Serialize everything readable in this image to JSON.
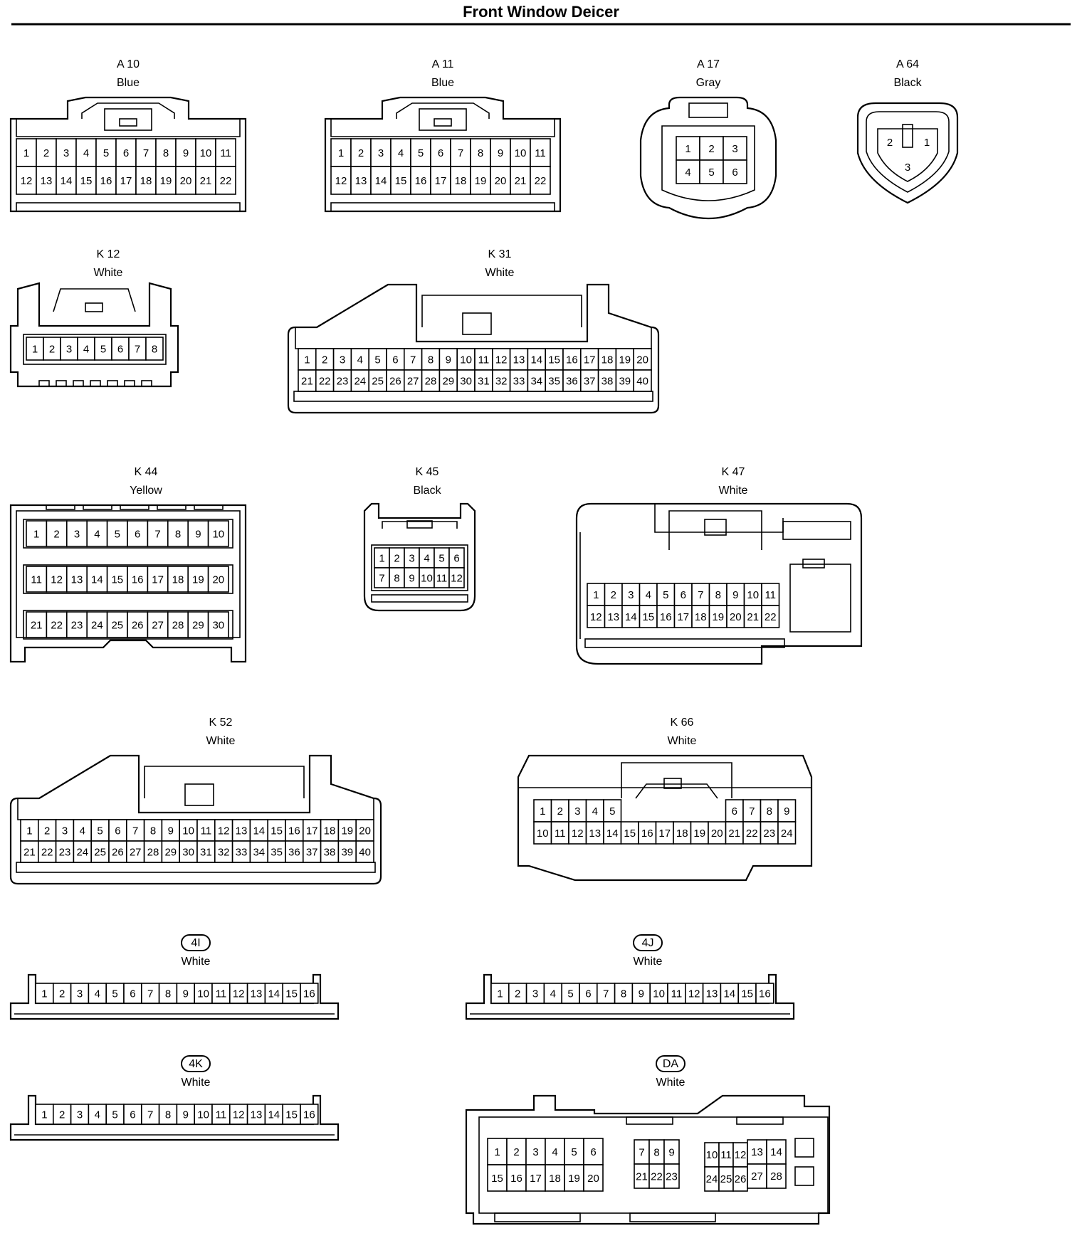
{
  "title": "Front Window Deicer",
  "connectors": [
    {
      "id": "A10",
      "code": "A 10",
      "color": "Blue",
      "shape": "rect-latch",
      "rows": [
        [
          "1",
          "2",
          "3",
          "4",
          "5",
          "6",
          "7",
          "8",
          "9",
          "10",
          "11"
        ],
        [
          "12",
          "13",
          "14",
          "15",
          "16",
          "17",
          "18",
          "19",
          "20",
          "21",
          "22"
        ]
      ]
    },
    {
      "id": "A11",
      "code": "A 11",
      "color": "Blue",
      "shape": "rect-latch",
      "rows": [
        [
          "1",
          "2",
          "3",
          "4",
          "5",
          "6",
          "7",
          "8",
          "9",
          "10",
          "11"
        ],
        [
          "12",
          "13",
          "14",
          "15",
          "16",
          "17",
          "18",
          "19",
          "20",
          "21",
          "22"
        ]
      ]
    },
    {
      "id": "A17",
      "code": "A 17",
      "color": "Gray",
      "shape": "round-6",
      "rows": [
        [
          "1",
          "2",
          "3"
        ],
        [
          "4",
          "5",
          "6"
        ]
      ]
    },
    {
      "id": "A64",
      "code": "A 64",
      "color": "Black",
      "shape": "triangle-3",
      "rows": [
        [
          "2",
          "1"
        ],
        [
          "3"
        ]
      ]
    },
    {
      "id": "K12",
      "code": "K 12",
      "color": "White",
      "shape": "small-latch",
      "rows": [
        [
          "1",
          "2",
          "3",
          "4",
          "5",
          "6",
          "7",
          "8"
        ]
      ]
    },
    {
      "id": "K31",
      "code": "K 31",
      "color": "White",
      "shape": "wide-latch",
      "rows": [
        [
          "1",
          "2",
          "3",
          "4",
          "5",
          "6",
          "7",
          "8",
          "9",
          "10",
          "11",
          "12",
          "13",
          "14",
          "15",
          "16",
          "17",
          "18",
          "19",
          "20"
        ],
        [
          "21",
          "22",
          "23",
          "24",
          "25",
          "26",
          "27",
          "28",
          "29",
          "30",
          "31",
          "32",
          "33",
          "34",
          "35",
          "36",
          "37",
          "38",
          "39",
          "40"
        ]
      ]
    },
    {
      "id": "K44",
      "code": "K 44",
      "color": "Yellow",
      "shape": "block-3row",
      "rows": [
        [
          "1",
          "2",
          "3",
          "4",
          "5",
          "6",
          "7",
          "8",
          "9",
          "10"
        ],
        [
          "11",
          "12",
          "13",
          "14",
          "15",
          "16",
          "17",
          "18",
          "19",
          "20"
        ],
        [
          "21",
          "22",
          "23",
          "24",
          "25",
          "26",
          "27",
          "28",
          "29",
          "30"
        ]
      ]
    },
    {
      "id": "K45",
      "code": "K 45",
      "color": "Black",
      "shape": "tall-latch",
      "rows": [
        [
          "1",
          "2",
          "3",
          "4",
          "5",
          "6"
        ],
        [
          "7",
          "8",
          "9",
          "10",
          "11",
          "12"
        ]
      ]
    },
    {
      "id": "K47",
      "code": "K 47",
      "color": "White",
      "shape": "box-side",
      "rows": [
        [
          "1",
          "2",
          "3",
          "4",
          "5",
          "6",
          "7",
          "8",
          "9",
          "10",
          "11"
        ],
        [
          "12",
          "13",
          "14",
          "15",
          "16",
          "17",
          "18",
          "19",
          "20",
          "21",
          "22"
        ]
      ]
    },
    {
      "id": "K52",
      "code": "K 52",
      "color": "White",
      "shape": "wide-latch",
      "rows": [
        [
          "1",
          "2",
          "3",
          "4",
          "5",
          "6",
          "7",
          "8",
          "9",
          "10",
          "11",
          "12",
          "13",
          "14",
          "15",
          "16",
          "17",
          "18",
          "19",
          "20"
        ],
        [
          "21",
          "22",
          "23",
          "24",
          "25",
          "26",
          "27",
          "28",
          "29",
          "30",
          "31",
          "32",
          "33",
          "34",
          "35",
          "36",
          "37",
          "38",
          "39",
          "40"
        ]
      ]
    },
    {
      "id": "K66",
      "code": "K 66",
      "color": "White",
      "shape": "split-24",
      "rows": [
        [
          "1",
          "2",
          "3",
          "4",
          "5",
          "6",
          "7",
          "8",
          "9"
        ],
        [
          "10",
          "11",
          "12",
          "13",
          "14",
          "15",
          "16",
          "17",
          "18",
          "19",
          "20",
          "21",
          "22",
          "23",
          "24"
        ]
      ]
    },
    {
      "id": "4I",
      "code": "4I",
      "color": "White",
      "shape": "strip-16",
      "badge": true,
      "rows": [
        [
          "1",
          "2",
          "3",
          "4",
          "5",
          "6",
          "7",
          "8",
          "9",
          "10",
          "11",
          "12",
          "13",
          "14",
          "15",
          "16"
        ]
      ]
    },
    {
      "id": "4J",
      "code": "4J",
      "color": "White",
      "shape": "strip-16",
      "badge": true,
      "rows": [
        [
          "1",
          "2",
          "3",
          "4",
          "5",
          "6",
          "7",
          "8",
          "9",
          "10",
          "11",
          "12",
          "13",
          "14",
          "15",
          "16"
        ]
      ]
    },
    {
      "id": "4K",
      "code": "4K",
      "color": "White",
      "shape": "strip-16",
      "badge": true,
      "rows": [
        [
          "1",
          "2",
          "3",
          "4",
          "5",
          "6",
          "7",
          "8",
          "9",
          "10",
          "11",
          "12",
          "13",
          "14",
          "15",
          "16"
        ]
      ]
    },
    {
      "id": "DA",
      "code": "DA",
      "color": "White",
      "shape": "multi-block",
      "badge": true,
      "blocks": [
        {
          "rows": [
            [
              "1",
              "2",
              "3",
              "4",
              "5",
              "6"
            ],
            [
              "15",
              "16",
              "17",
              "18",
              "19",
              "20"
            ]
          ]
        },
        {
          "rows": [
            [
              "7",
              "8",
              "9"
            ],
            [
              "21",
              "22",
              "23"
            ]
          ]
        },
        {
          "rows": [
            [
              "10",
              "11",
              "12",
              "13",
              "14"
            ],
            [
              "24",
              "25",
              "26",
              "27",
              "28"
            ]
          ]
        }
      ]
    }
  ]
}
